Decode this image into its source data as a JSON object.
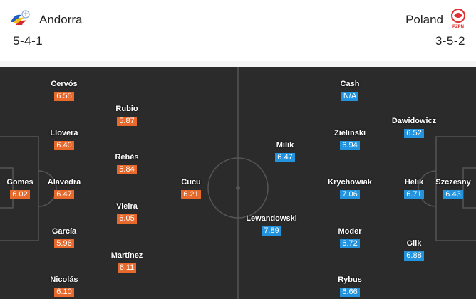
{
  "home": {
    "name": "Andorra",
    "formation": "5-4-1",
    "color": "#e8692c",
    "crest_icon": "andorra-crest-icon",
    "players": [
      {
        "name": "Cervós",
        "rating": "6.55"
      },
      {
        "name": "Rubio",
        "rating": "5.87"
      },
      {
        "name": "Llovera",
        "rating": "6.40"
      },
      {
        "name": "Rebés",
        "rating": "5.84"
      },
      {
        "name": "Gomes",
        "rating": "6.02"
      },
      {
        "name": "Alavedra",
        "rating": "6.47"
      },
      {
        "name": "Cucu",
        "rating": "6.21"
      },
      {
        "name": "Vieira",
        "rating": "6.05"
      },
      {
        "name": "García",
        "rating": "5.96"
      },
      {
        "name": "Martínez",
        "rating": "6.11"
      },
      {
        "name": "Nicolás",
        "rating": "6.10"
      }
    ]
  },
  "away": {
    "name": "Poland",
    "formation": "3-5-2",
    "color": "#2393dd",
    "crest_icon": "poland-pzpn-crest-icon",
    "crest_text": "PZPN",
    "players": [
      {
        "name": "Cash",
        "rating": "N/A"
      },
      {
        "name": "Dawidowicz",
        "rating": "6.52"
      },
      {
        "name": "Zielinski",
        "rating": "6.94"
      },
      {
        "name": "Milik",
        "rating": "6.47"
      },
      {
        "name": "Krychowiak",
        "rating": "7.06"
      },
      {
        "name": "Helik",
        "rating": "6.71"
      },
      {
        "name": "Szczesny",
        "rating": "6.43"
      },
      {
        "name": "Lewandowski",
        "rating": "7.89"
      },
      {
        "name": "Moder",
        "rating": "6.72"
      },
      {
        "name": "Glik",
        "rating": "6.88"
      },
      {
        "name": "Rybus",
        "rating": "6.66"
      }
    ]
  },
  "pitch": {
    "color": "#2b2b2b",
    "line_color": "#555555"
  }
}
